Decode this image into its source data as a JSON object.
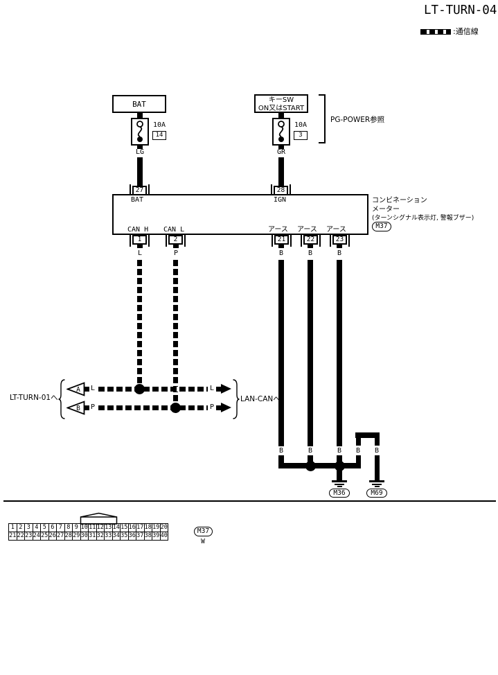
{
  "title": "LT-TURN-04",
  "legend": {
    "label": ":通信線"
  },
  "icons": {
    "legend_swatch": "comm-line-pattern-icon",
    "fuse": "fuse-icon",
    "ground": "ground-icon",
    "arrow": "arrow-right-icon",
    "terminal": "triangle-terminal-icon",
    "brace": "curly-brace-icon"
  },
  "power": {
    "bat_label": "BAT",
    "keysw_line1": "キーSW",
    "keysw_line2": "ON又はSTART",
    "fuse_left": {
      "rating": "10A",
      "id": "14"
    },
    "fuse_right": {
      "rating": "10A",
      "id": "3"
    },
    "wire_left": "LG",
    "wire_right": "GR",
    "pg_power_note": "PG-POWER参照"
  },
  "meter": {
    "pins": {
      "p27": "27",
      "p28": "28",
      "p1": "1",
      "p2": "2",
      "p21": "21",
      "p22": "22",
      "p23": "23"
    },
    "pin_labels": {
      "bat": "BAT",
      "ign": "IGN",
      "can_h": "CAN H",
      "can_l": "CAN L",
      "ground": "アース"
    },
    "name_line1": "コンビネーション",
    "name_line2": "メーター",
    "name_line3": "(ターンシグナル表示灯, 警報ブザー)",
    "connector_code": "M37"
  },
  "wires": {
    "l": "L",
    "p": "P",
    "b": "B"
  },
  "junction": {
    "left_dest": "LT-TURN-01へ",
    "right_dest": "LAN-CANへ",
    "terminal_a": "A",
    "terminal_b": "B"
  },
  "grounds": {
    "m36": "M36",
    "m69": "M69"
  },
  "connector_table": {
    "row1": [
      "1",
      "2",
      "3",
      "4",
      "5",
      "6",
      "7",
      "8",
      "9",
      "10",
      "11",
      "12",
      "13",
      "14",
      "15",
      "16",
      "17",
      "18",
      "19",
      "20"
    ],
    "row2": [
      "21",
      "22",
      "23",
      "24",
      "25",
      "26",
      "27",
      "28",
      "29",
      "30",
      "31",
      "32",
      "33",
      "34",
      "35",
      "36",
      "37",
      "38",
      "39",
      "40"
    ],
    "code": "M37",
    "color": "W"
  }
}
